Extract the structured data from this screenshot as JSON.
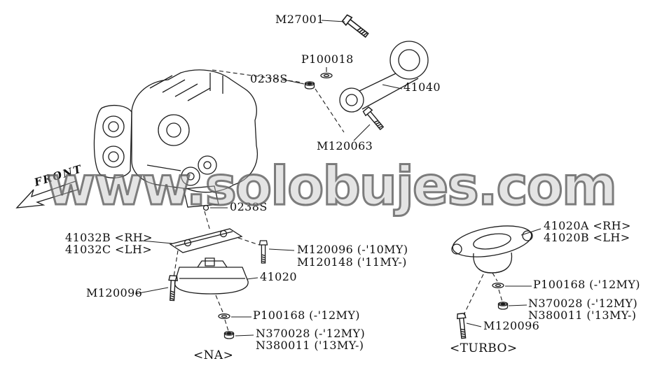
{
  "site": {
    "watermark": "www.solobujes.com"
  },
  "diagram": {
    "front_arrow": "FRONT",
    "variant_captions": {
      "na": "<NA>",
      "turbo": "<TURBO>"
    },
    "callouts": {
      "m27001": "M27001",
      "p100018": "P100018",
      "nut_0238s_upper": "0238S",
      "rod_41040": "41040",
      "m120063": "M120063",
      "nut_0238s_lower": "0238S",
      "bracket_41032b_rh": "41032B <RH>",
      "bracket_41032c_lh": "41032C <LH>",
      "m120096_upto10my": "M120096 (-'10MY)",
      "m120148_from11my": "M120148 ('11MY-)",
      "mount_41020": "41020",
      "m120096_na": "M120096",
      "p100168_na": "P100168 (-'12MY)",
      "n370028_na": "N370028 (-'12MY)",
      "n380011_na": "N380011 ('13MY-)",
      "mount_41020a_rh": "41020A <RH>",
      "mount_41020b_lh": "41020B <LH>",
      "p100168_turbo": "P100168 (-'12MY)",
      "n370028_turbo": "N370028 (-'12MY)",
      "n380011_turbo": "N380011 ('13MY-)",
      "m120096_turbo": "M120096"
    }
  }
}
